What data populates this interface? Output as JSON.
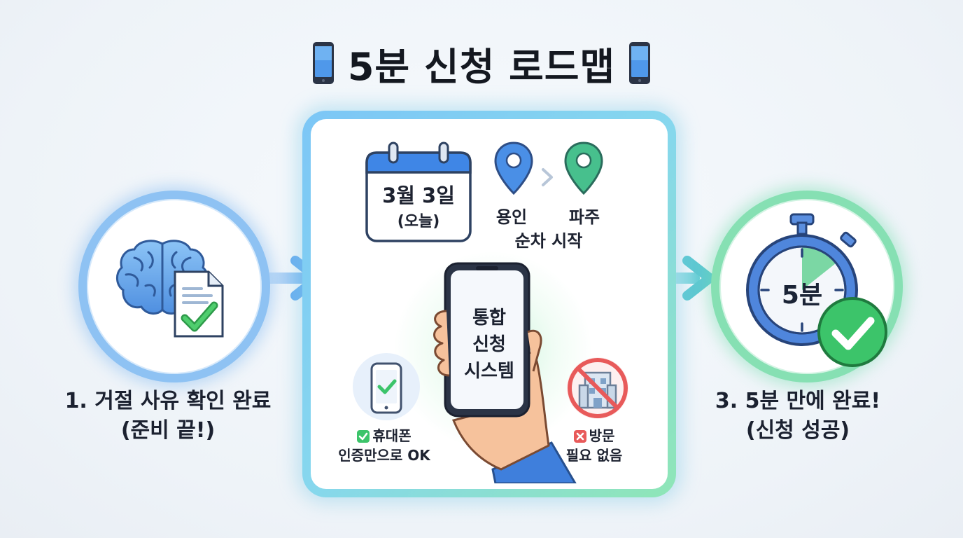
{
  "title": {
    "text": "5분 신청 로드맵"
  },
  "steps": {
    "step1": {
      "line1": "1. 거절 사유 확인 완료",
      "line2": "(준비 끝!)"
    },
    "step2": {
      "calendar": {
        "date": "3월 3일",
        "note": "(오늘)"
      },
      "route": {
        "from": "용인",
        "to": "파주",
        "caption": "순차 시작"
      },
      "phone_screen": {
        "line1": "통합",
        "line2": "신청",
        "line3": "시스템"
      },
      "auth": {
        "line1": "휴대폰",
        "line2": "인증만으로 OK"
      },
      "visit": {
        "line1": "방문",
        "line2": "필요 없음"
      }
    },
    "step3": {
      "timer_label": "5분",
      "line1": "3. 5분 만에 완료!",
      "line2": "(신청 성공)"
    }
  },
  "colors": {
    "blue": "#4f8fe8",
    "green": "#3cc46a",
    "teal": "#5cc9c0",
    "red": "#e85a5a"
  },
  "icons": [
    "phone-icon",
    "brain-icon",
    "checked-document-icon",
    "calendar-icon",
    "location-pin-icon",
    "chevron-right-icon",
    "hand-holding-phone-icon",
    "phone-check-icon",
    "no-building-icon",
    "stopwatch-icon",
    "check-circle-icon",
    "arrow-right-icon",
    "check-box-icon",
    "cross-box-icon"
  ]
}
